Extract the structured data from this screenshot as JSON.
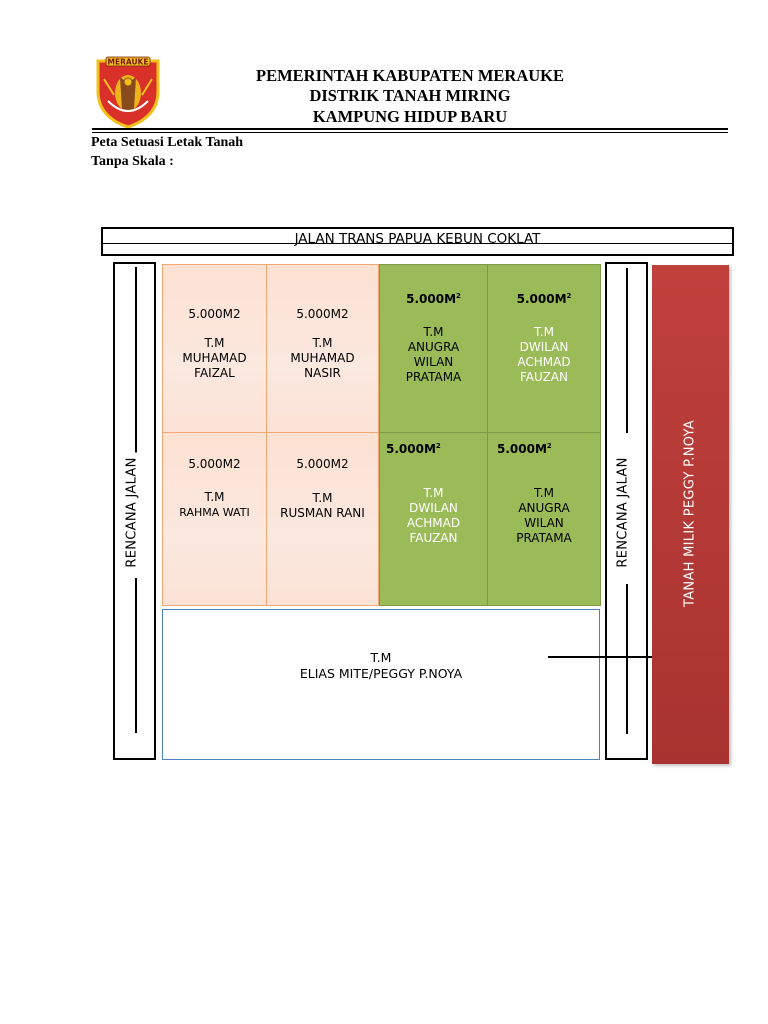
{
  "header": {
    "line1": "PEMERINTAH KABUPATEN MERAUKE",
    "line2": "DISTRIK TANAH MIRING",
    "line3": "KAMPUNG HIDUP BARU",
    "logo_text": "MERAUKE"
  },
  "meta": {
    "map_title": "Peta Setuasi Letak Tanah",
    "scale": "Tanpa Skala :"
  },
  "road_top": "JALAN TRANS PAPUA KEBUN COKLAT",
  "side_road_left": "RENCANA JALAN",
  "side_road_right": "RENCANA JALAN",
  "red_land": "TANAH MILIK PEGGY P.NOYA",
  "plots": {
    "p1": {
      "area": "5.000M2",
      "tm": "T.M",
      "name1": "MUHAMAD",
      "name2": "FAIZAL"
    },
    "p2": {
      "area": "5.000M2",
      "tm": "T.M",
      "name1": "MUHAMAD",
      "name2": "NASIR"
    },
    "p3": {
      "area": "5.000M",
      "tm": "T.M",
      "name1": "ANUGRA",
      "name2": "WILAN",
      "name3": "PRATAMA"
    },
    "p4": {
      "area": "5.000M",
      "tm": "T.M",
      "name1": "DWILAN",
      "name2": "ACHMAD",
      "name3": "FAUZAN"
    },
    "p5": {
      "area": "5.000M2",
      "tm": "T.M",
      "name1": "RAHMA WATI"
    },
    "p6": {
      "area": "5.000M2",
      "tm": "T.M",
      "name1": "RUSMAN RANI"
    },
    "p7": {
      "area": "5.000M",
      "tm": "T.M",
      "name1": "DWILAN",
      "name2": "ACHMAD",
      "name3": "FAUZAN"
    },
    "p8": {
      "area": "5.000M",
      "tm": "T.M",
      "name1": "ANUGRA",
      "name2": "WILAN",
      "name3": "PRATAMA"
    },
    "bottom": {
      "tm": "T.M",
      "name": "ELIAS MITE/PEGGY P.NOYA"
    },
    "superscript": "2"
  },
  "colors": {
    "peach": "#fde1d3",
    "green": "#9bbb59",
    "red": "#c0403c",
    "blue_border": "#4f81bd"
  }
}
